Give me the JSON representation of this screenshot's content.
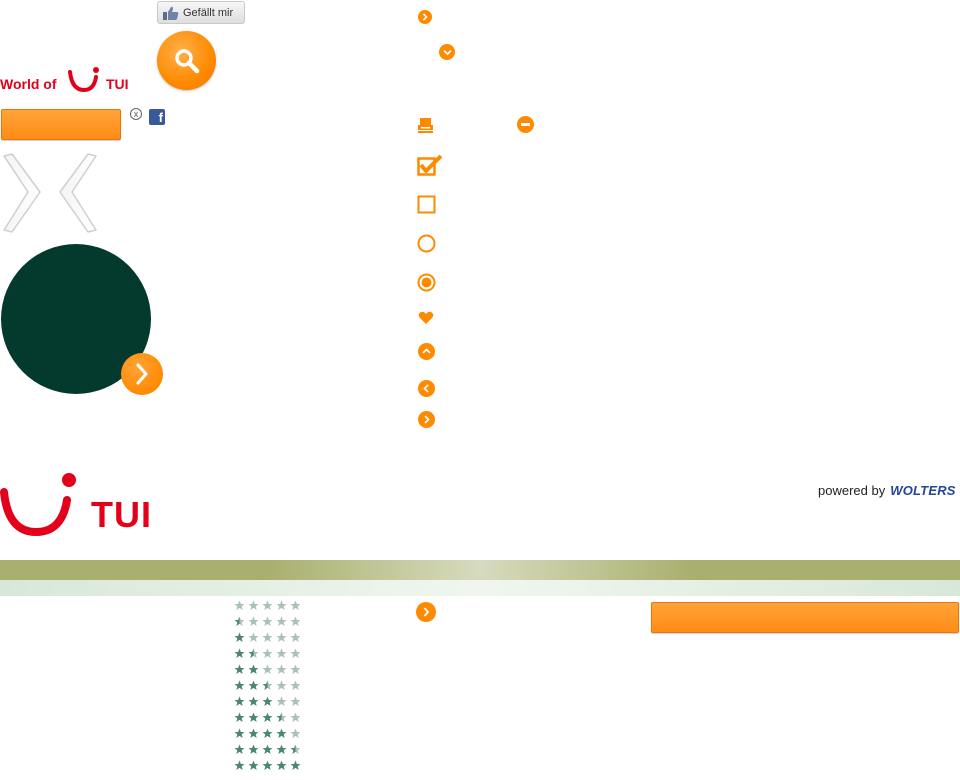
{
  "like_button": {
    "label": "Gefällt mir"
  },
  "logos": {
    "world_of_tui": "World of",
    "tui": "TUI"
  },
  "powered": {
    "prefix": "powered by",
    "brand": "WOLTERS"
  },
  "close_symbol": "x",
  "facebook_symbol": "f",
  "colors": {
    "orange": "#ff8a00",
    "dark_green": "#033a2d",
    "tui_red": "#e2001a",
    "stars": "#4d8770"
  },
  "icons": [
    "chevron-right-icon",
    "chevron-down-icon",
    "printer-icon",
    "minus-icon",
    "checkbox-checked-icon",
    "checkbox-empty-icon",
    "radio-empty-icon",
    "radio-selected-icon",
    "heart-icon",
    "chevron-up-icon",
    "chevron-left-icon",
    "chevron-right-icon"
  ],
  "ratings": [
    0,
    0.5,
    1,
    1.5,
    2,
    2.5,
    3,
    3.5,
    4,
    4.5,
    5
  ]
}
